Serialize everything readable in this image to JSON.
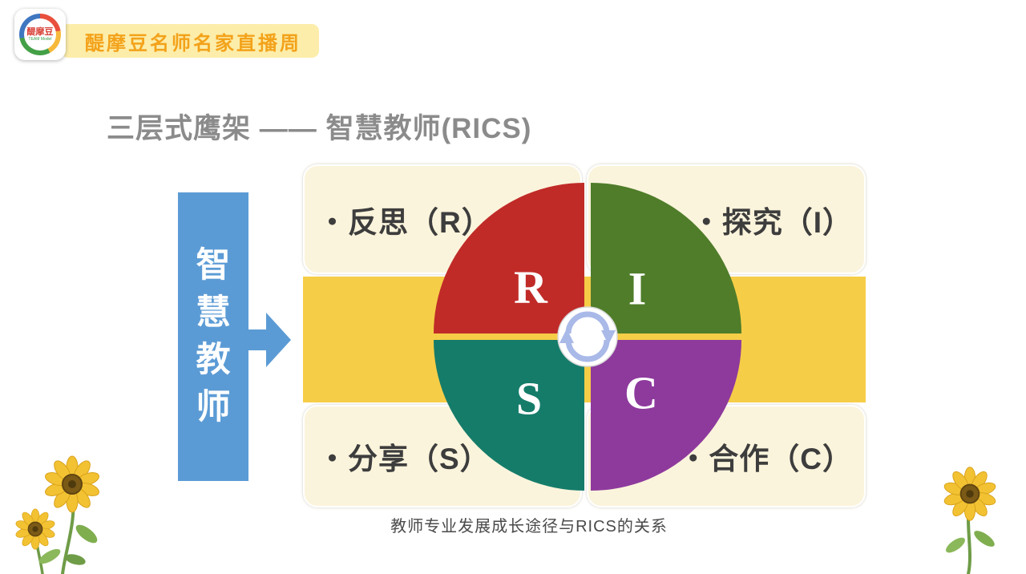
{
  "header": {
    "logo_text": "醍摩豆",
    "logo_subtext": "TEAM Model",
    "banner_label": "醍摩豆名师名家直播周"
  },
  "title": "三层式鹰架 —— 智慧教师(RICS)",
  "left_panel": {
    "label": "智慧教师",
    "chars": [
      "智",
      "慧",
      "教",
      "师"
    ]
  },
  "diagram": {
    "quadrants": [
      {
        "letter": "R",
        "label": "・反思（R）",
        "color": "#c02b28"
      },
      {
        "letter": "I",
        "label": "・探究（I）",
        "color": "#4f7d2a"
      },
      {
        "letter": "S",
        "label": "・分享（S）",
        "color": "#157c6a"
      },
      {
        "letter": "C",
        "label": "・合作（C）",
        "color": "#8e3a9d"
      }
    ],
    "center_icon": "cycle-arrows-icon"
  },
  "caption": "教师专业发展成长途径与RICS的关系",
  "colors": {
    "band_yellow": "#f6cd47",
    "card_cream": "#fbf4dc",
    "panel_blue": "#5b9bd5",
    "banner_bg": "#fcedaa",
    "banner_text": "#f3a21a",
    "title_gray": "#8b8b8b",
    "cycle_icon_blue": "#a9b9e8"
  }
}
